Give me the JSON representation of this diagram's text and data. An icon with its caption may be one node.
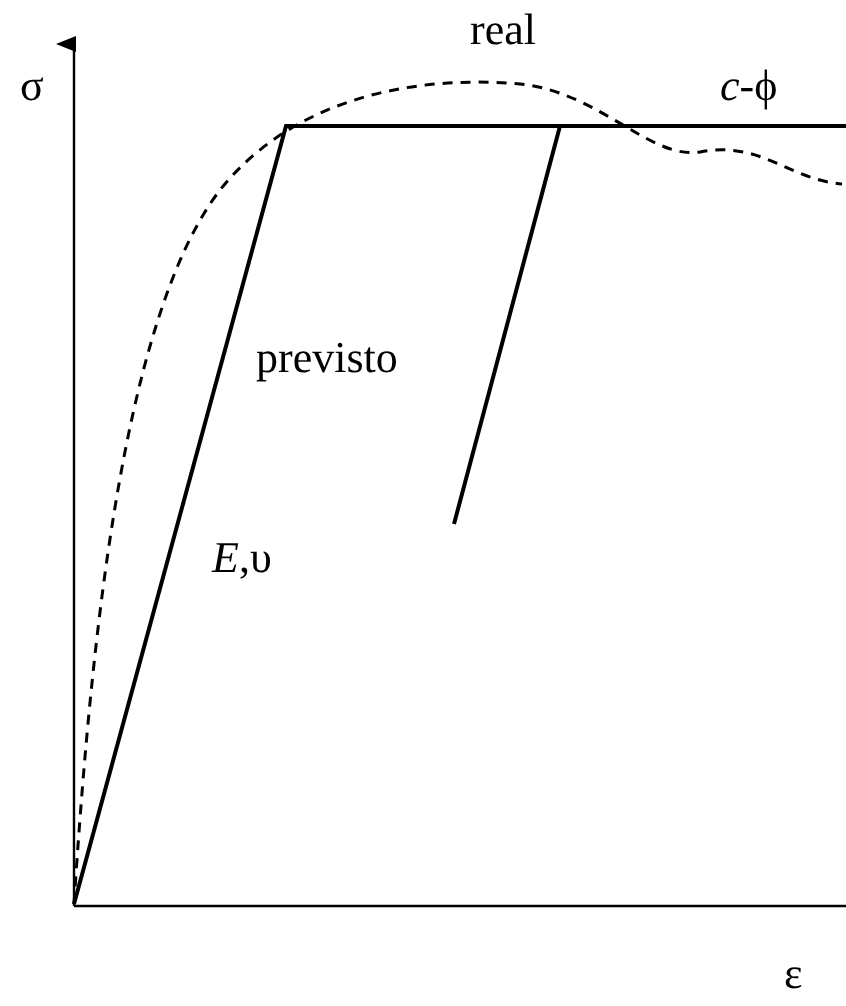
{
  "diagram": {
    "labels": [
      "σ",
      "real",
      "*c*-ϕ",
      "previsto",
      "*E*,υ",
      "ε"
    ]
  }
}
